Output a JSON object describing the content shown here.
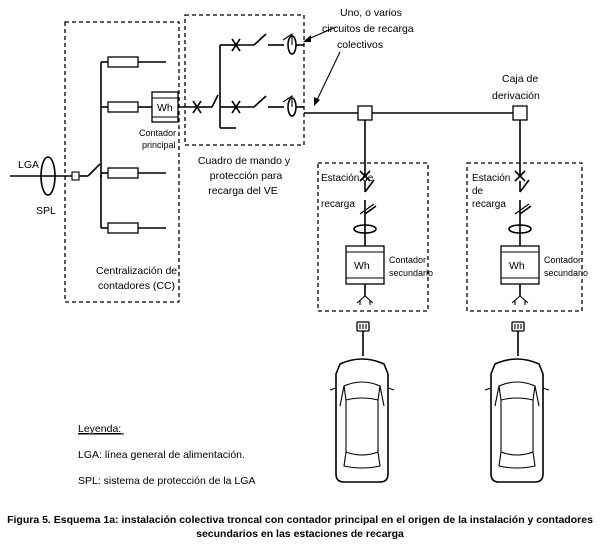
{
  "labels": {
    "lga": "LGA",
    "spl": "SPL",
    "wh": "Wh",
    "main_meter_line1": "Contador",
    "main_meter_line2": "principal",
    "cc_line1": "Centralización de",
    "cc_line2": "contadores (CC)",
    "cuadro_line1": "Cuadro de mando y",
    "cuadro_line2": "protección para",
    "cuadro_line3": "recarga del VE",
    "circuits_line1": "Uno, o varios",
    "circuits_line2": "circuitos de recarga",
    "circuits_line3": "colectivos",
    "caja_line1": "Caja de",
    "caja_line2": "derivación",
    "station_line1": "Estación de",
    "station_line2": "recarga",
    "station_b_line1": "Estación",
    "station_b_line2": "de",
    "station_b_line3": "recarga",
    "sec_meter_line1": "Contador",
    "sec_meter_line2": "secundario"
  },
  "legend": {
    "title": "Leyenda:",
    "items": [
      "LGA: línea general de alimentación.",
      "SPL: sistema de protección de la LGA"
    ]
  },
  "caption": {
    "line1": "Figura 5. Esquema 1a: instalación colectiva troncal con contador principal en el origen de la instalación y contadores",
    "line2": "secundarios en las estaciones de recarga"
  }
}
